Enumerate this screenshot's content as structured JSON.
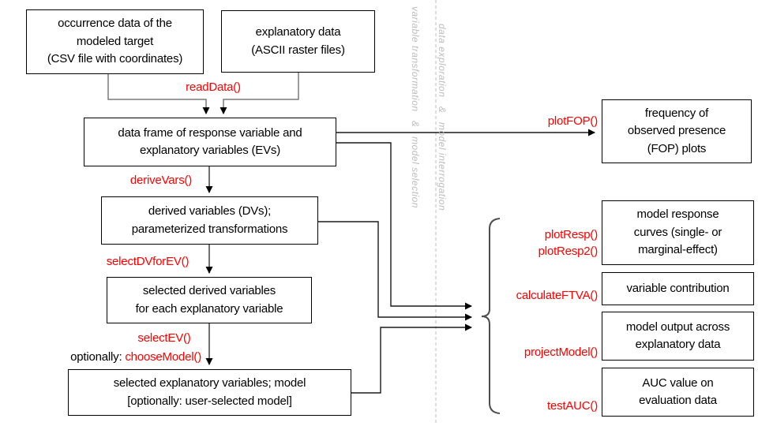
{
  "palette": {
    "function_red": "#ff0000",
    "box_border": "#000000",
    "connector_dark": "#1a1a1a",
    "connector_gray": "#7a7a7a",
    "brace_gray": "#4d4d4d",
    "divider_gray": "#c8c8c8",
    "annotation_gray": "#bdbdbd",
    "background": "#ffffff"
  },
  "left_column": {
    "input_boxes": [
      {
        "id": "occurrence",
        "label": "occurrence data of the\nmodeled target\n(CSV file with coordinates)"
      },
      {
        "id": "explanatory",
        "label": "explanatory data\n(ASCII raster files)"
      }
    ],
    "step_boxes": [
      {
        "id": "ev_frame",
        "label": "data frame of response variable and\nexplanatory variables (EVs)"
      },
      {
        "id": "derived_vars",
        "label": "derived variables (DVs);\nparameterized transformations"
      },
      {
        "id": "selected_dvs",
        "label": "selected derived variables\nfor each explanatory variable"
      },
      {
        "id": "selected_evs",
        "label": "selected explanatory variables; model\n[optionally: user-selected model]"
      }
    ],
    "functions": {
      "read_data": "readData()",
      "derive_vars": "deriveVars()",
      "select_dv_for_ev": "selectDVforEV()",
      "select_ev": "selectEV()",
      "optionally_prefix": "optionally: ",
      "choose_model": "chooseModel()"
    }
  },
  "divider": {
    "left_label": "variable transformation   &   model selection",
    "right_label": "data exploration   &   model interrogation"
  },
  "right_column": {
    "functions": {
      "plot_fop": "plotFOP()",
      "plot_resp": "plotResp()",
      "plot_resp2": "plotResp2()",
      "calculate_ftva": "calculateFTVA()",
      "project_model": "projectModel()",
      "test_auc": "testAUC()"
    },
    "output_boxes": [
      {
        "id": "fop_plots",
        "label": "frequency of\nobserved presence\n(FOP) plots"
      },
      {
        "id": "response_curves",
        "label": "model response\ncurves (single- or\nmarginal-effect)"
      },
      {
        "id": "variable_contribution",
        "label": "variable contribution"
      },
      {
        "id": "model_output",
        "label": "model output across\nexplanatory data"
      },
      {
        "id": "auc_value",
        "label": "AUC value on\nevaluation data"
      }
    ]
  }
}
